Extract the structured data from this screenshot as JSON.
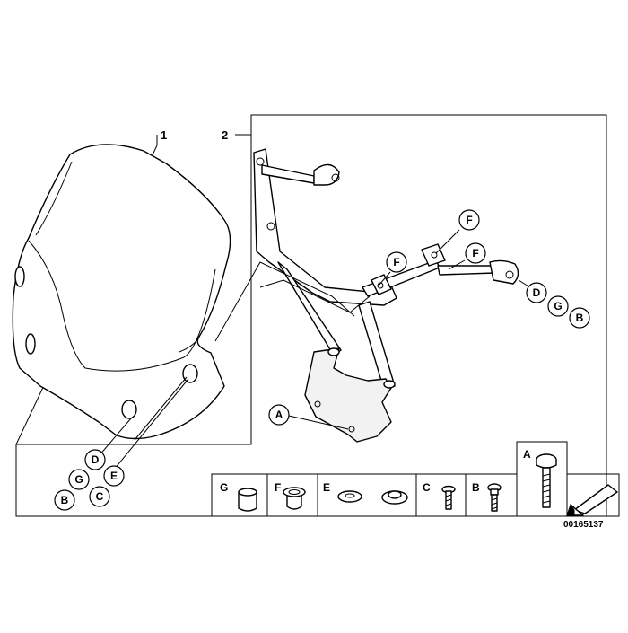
{
  "part_numbers": {
    "windshield": "1",
    "bracket": "2"
  },
  "callouts": {
    "a": "A",
    "b": "B",
    "c": "C",
    "d": "D",
    "e": "E",
    "f": "F",
    "g": "G"
  },
  "legend": {
    "g": "G",
    "f": "F",
    "e": "E",
    "c": "C",
    "b": "B",
    "a": "A"
  },
  "doc_number": "00165137"
}
